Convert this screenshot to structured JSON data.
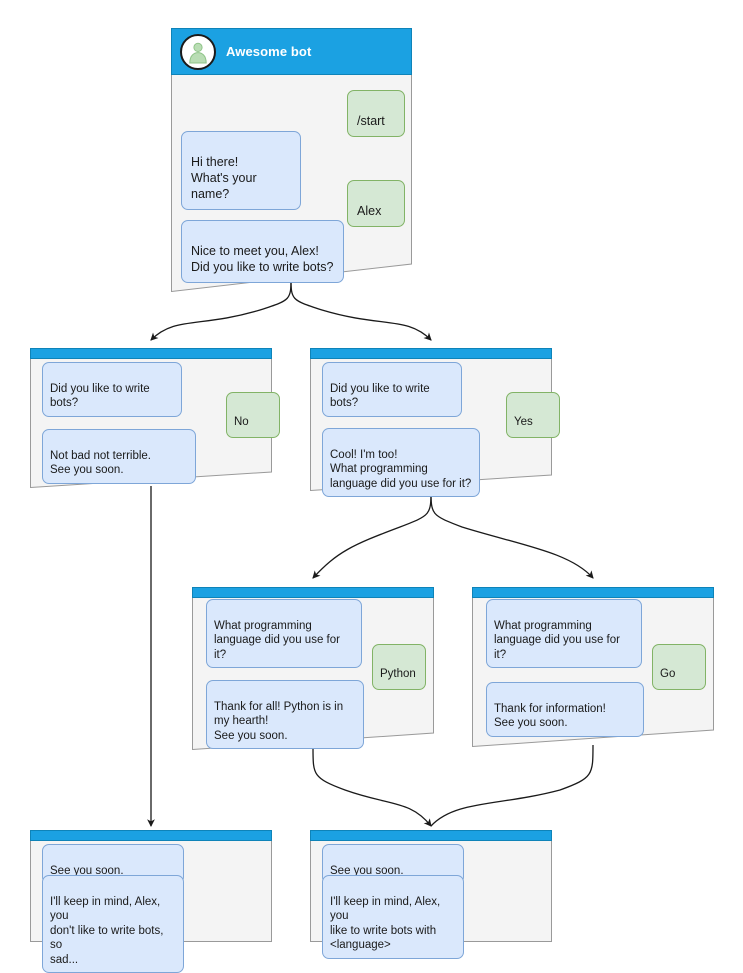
{
  "diagram": {
    "title": "Awesome bot conversation flow",
    "colors": {
      "header_blue": "#1ba1e2",
      "card_body": "#f4f4f4",
      "card_border": "#9a9a9a",
      "bot_bubble_fill": "#dae8fc",
      "bot_bubble_border": "#7ea6d8",
      "user_bubble_fill": "#d5e8d4",
      "user_bubble_border": "#82b366",
      "edge": "#1a1a1a"
    }
  },
  "root_card": {
    "header_title": "Awesome bot",
    "avatar_icon": "person-avatar-icon",
    "messages": [
      {
        "role": "user",
        "text": "/start"
      },
      {
        "role": "bot",
        "text": "Hi there!\nWhat's your name?"
      },
      {
        "role": "user",
        "text": "Alex"
      },
      {
        "role": "bot",
        "text": "Nice to meet you, Alex!\nDid you like to write bots?"
      }
    ]
  },
  "cards": [
    {
      "id": "no-branch",
      "messages": [
        {
          "role": "bot",
          "text": "Did you like to write bots?"
        },
        {
          "role": "user",
          "text": "No"
        },
        {
          "role": "bot",
          "text": "Not bad not terrible.\nSee you soon."
        }
      ]
    },
    {
      "id": "yes-branch",
      "messages": [
        {
          "role": "bot",
          "text": "Did you like to write bots?"
        },
        {
          "role": "user",
          "text": "Yes"
        },
        {
          "role": "bot",
          "text": "Cool! I'm too!\nWhat programming\nlanguage did you use for it?"
        }
      ]
    },
    {
      "id": "python-branch",
      "messages": [
        {
          "role": "bot",
          "text": "What programming\nlanguage did you use for it?"
        },
        {
          "role": "user",
          "text": "Python"
        },
        {
          "role": "bot",
          "text": "Thank for all! Python is in\nmy hearth!\nSee you soon."
        }
      ]
    },
    {
      "id": "go-branch",
      "messages": [
        {
          "role": "bot",
          "text": "What programming\nlanguage did you use for it?"
        },
        {
          "role": "user",
          "text": "Go"
        },
        {
          "role": "bot",
          "text": "Thank for information!\nSee you soon."
        }
      ]
    },
    {
      "id": "end-sad",
      "messages": [
        {
          "role": "bot",
          "text": "See you soon."
        },
        {
          "role": "bot",
          "text": "I'll keep in mind, Alex, you\ndon't like to write bots, so\nsad..."
        }
      ]
    },
    {
      "id": "end-happy",
      "messages": [
        {
          "role": "bot",
          "text": "See you soon."
        },
        {
          "role": "bot",
          "text": "I'll keep in mind, Alex, you\nlike to write bots with\n<language>"
        }
      ]
    }
  ]
}
